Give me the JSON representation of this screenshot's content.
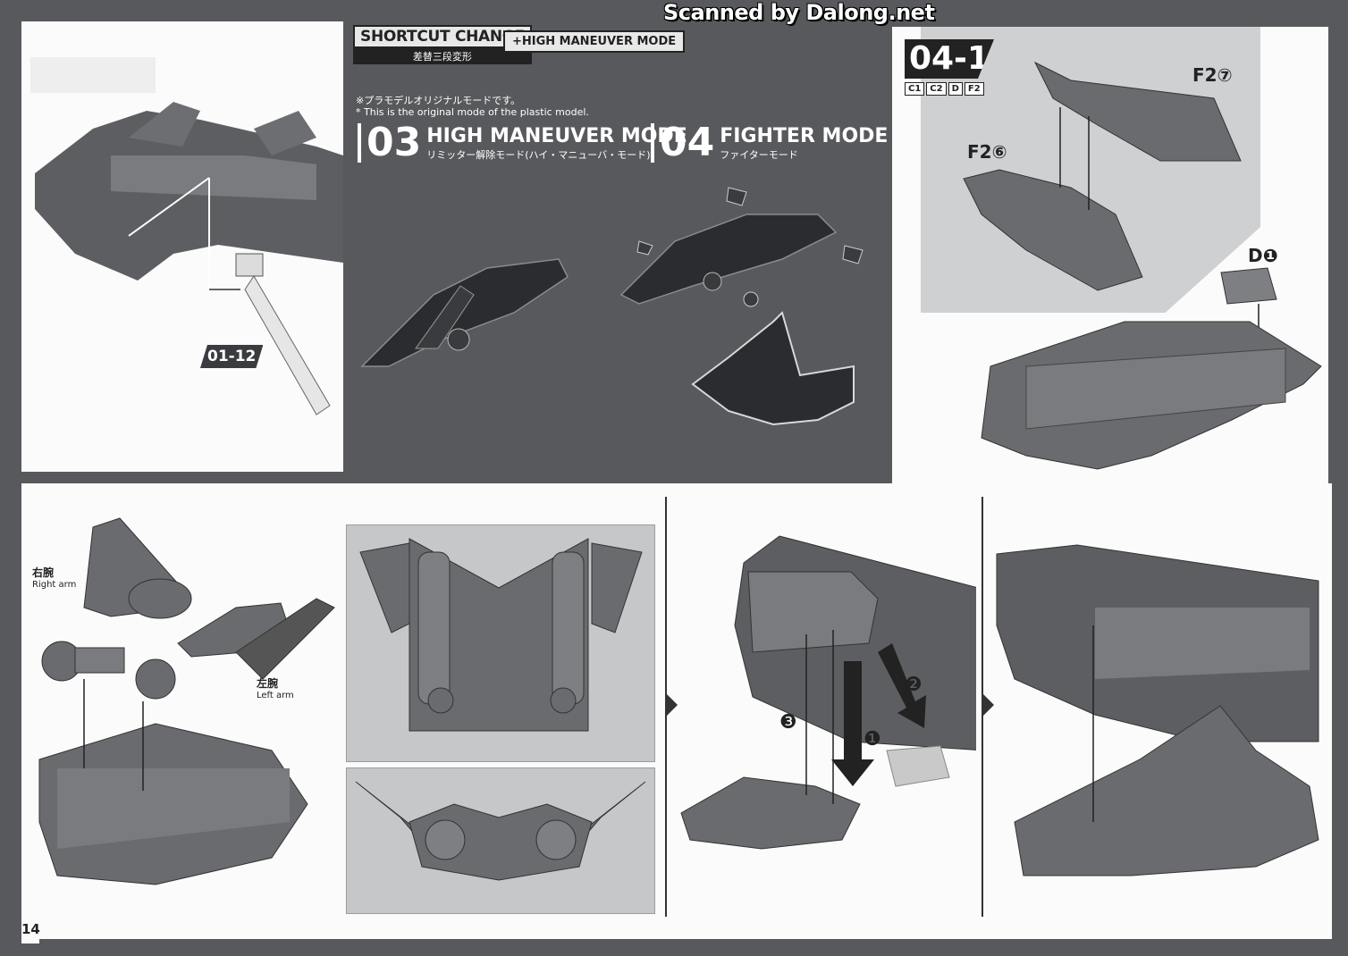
{
  "watermark": "Scanned by Dalong.net",
  "header": {
    "shortcut_label": "SHORTCUT CHANGE",
    "shortcut_sub": "差替三段変形",
    "mode_tag": "+HIGH MANEUVER MODE",
    "note_jp": "※プラモデルオリジナルモードです。",
    "note_en": "* This is the original mode of the plastic model."
  },
  "left_panel": {
    "step_ref": "01-12"
  },
  "modes": [
    {
      "num": "03",
      "title": "HIGH MANEUVER MODE",
      "sub": "リミッター解除モード(ハイ・マニューバ・モード)"
    },
    {
      "num": "04",
      "title": "FIGHTER MODE",
      "sub": "ファイターモード"
    }
  ],
  "step": {
    "id": "04-1",
    "parts": [
      "C1",
      "C2",
      "D",
      "F2"
    ],
    "callouts": [
      "F2⑦",
      "F2⑥",
      "D❶"
    ]
  },
  "arms": {
    "right_jp": "右腕",
    "right_en": "Right arm",
    "left_jp": "左腕",
    "left_en": "Left arm"
  },
  "sequence_numbers": [
    "❸",
    "❶",
    "❷"
  ],
  "page_number": "14",
  "colors": {
    "background": "#58595c",
    "panel_white": "#fbfbfb",
    "part_grey": "#6a6b6e",
    "grey_box": "#c6c7c9"
  }
}
